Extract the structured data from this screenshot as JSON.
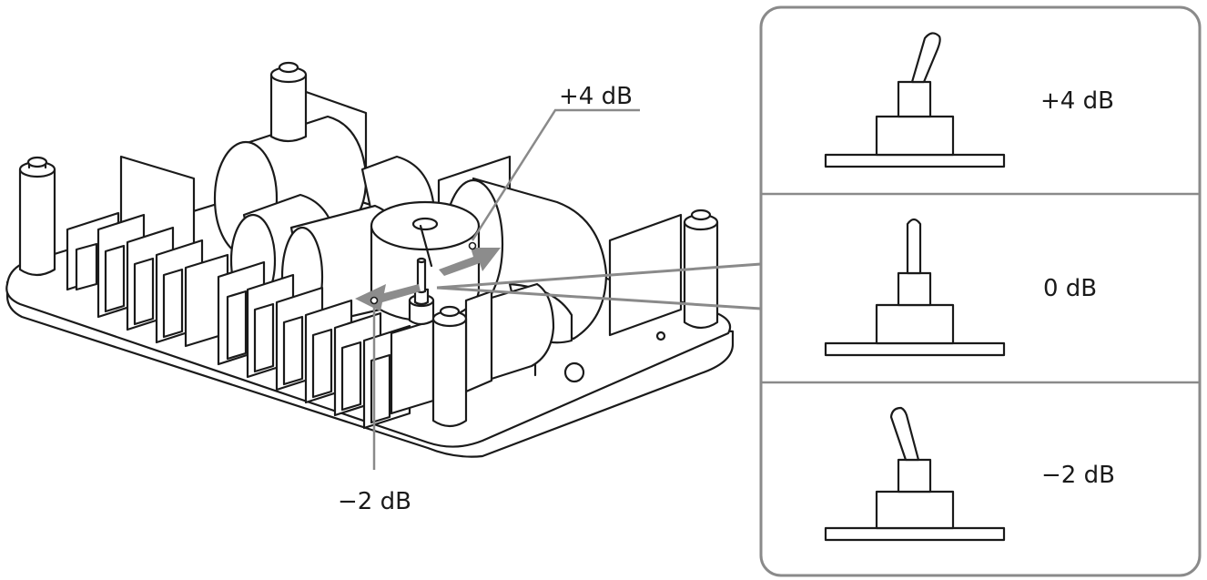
{
  "callouts": {
    "plus": "+4 dB",
    "minus": "−2 dB"
  },
  "panel": {
    "rows": [
      {
        "label": "+4 dB",
        "switch_position": "tilted-right"
      },
      {
        "label": "0 dB",
        "switch_position": "center"
      },
      {
        "label": "−2 dB",
        "switch_position": "tilted-left"
      }
    ]
  },
  "colors": {
    "line": "#1a1a1a",
    "leader": "#8a8a8a",
    "arrow": "#8c8c8c",
    "panel_border": "#8a8a8a"
  }
}
